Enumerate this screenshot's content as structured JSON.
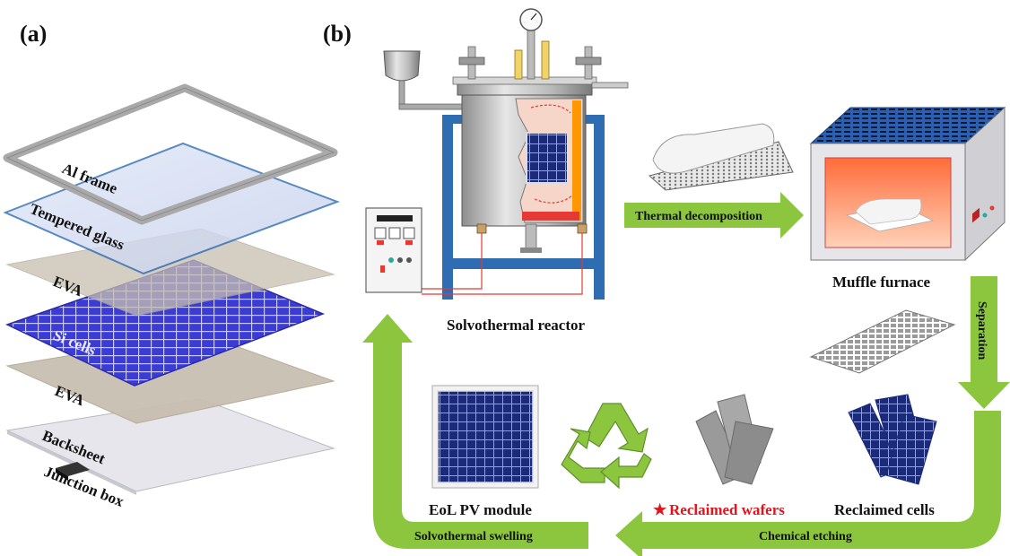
{
  "panels": {
    "a": "(a)",
    "b": "(b)"
  },
  "layers": {
    "al_frame": "Al frame",
    "tempered_glass": "Tempered glass",
    "eva_top": "EVA",
    "si_cells": "Si cells",
    "eva_bottom": "EVA",
    "backsheet": "Backsheet",
    "junction_box": "Junction box"
  },
  "process": {
    "reactor": "Solvothermal reactor",
    "furnace": "Muffle furnace",
    "eol_module": "EoL PV module",
    "wafers": "Reclaimed wafers",
    "wafers_star": "★",
    "cells": "Reclaimed cells"
  },
  "arrows": {
    "thermal": "Thermal decomposition",
    "separation": "Separation",
    "etching": "Chemical etching",
    "swelling": "Solvothermal swelling"
  },
  "colors": {
    "arrow_green": "#8cc63f",
    "highlight_red": "#e0151b",
    "cell_blue": "#3b3bd6",
    "frame_blue": "#2f6db3"
  }
}
